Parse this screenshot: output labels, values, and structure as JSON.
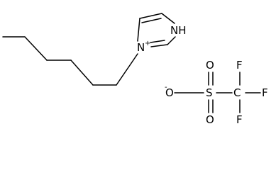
{
  "cation": {
    "labels": {
      "nh": "NH",
      "n_plus": "N",
      "n_plus_charge": "+"
    }
  },
  "anion": {
    "labels": {
      "o_minus": "O",
      "o_minus_charge": "-",
      "s": "S",
      "o_top": "O",
      "o_bottom": "O",
      "c": "C",
      "f_top": "F",
      "f_right": "F",
      "f_bottom": "F"
    }
  }
}
